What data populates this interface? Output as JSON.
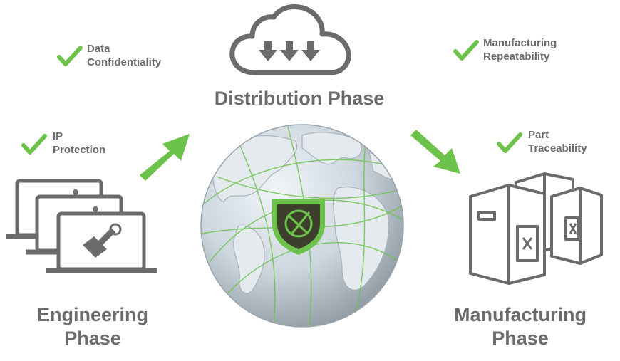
{
  "colors": {
    "accent_green": "#6cc24a",
    "icon_gray": "#6b6b6b",
    "shield_dark": "#3d3f2c"
  },
  "distribution": {
    "title": "Distribution Phase",
    "icon": "cloud-download-icon"
  },
  "engineering": {
    "title": "Engineering\nPhase",
    "icon": "laptops-icon"
  },
  "manufacturing": {
    "title": "Manufacturing\nPhase",
    "icon": "3d-printers-icon"
  },
  "benefits": [
    {
      "label": "Data\nConfidentiality",
      "icon": "checkmark-icon"
    },
    {
      "label": "Manufacturing\nRepeatability",
      "icon": "checkmark-icon"
    },
    {
      "label": "IP\nProtection",
      "icon": "checkmark-icon"
    },
    {
      "label": "Part\nTraceability",
      "icon": "checkmark-icon"
    }
  ],
  "center": {
    "icon": "globe-shield-icon"
  }
}
